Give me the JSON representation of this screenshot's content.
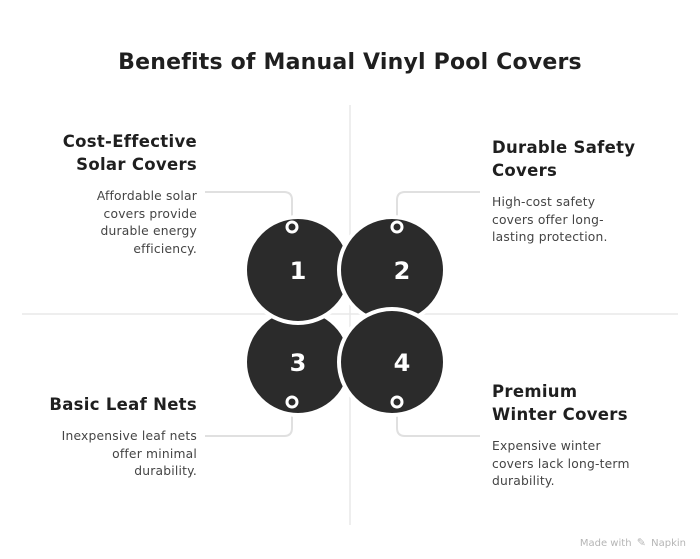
{
  "title": "Benefits of Manual Vinyl Pool Covers",
  "items": [
    {
      "number": "1",
      "heading": "Cost-Effective\nSolar Covers",
      "description": "Affordable solar\ncovers provide\ndurable energy\nefficiency."
    },
    {
      "number": "2",
      "heading": "Durable Safety\nCovers",
      "description": "High-cost safety\ncovers offer long-\nlasting protection."
    },
    {
      "number": "3",
      "heading": "Basic Leaf Nets",
      "description": "Inexpensive leaf nets\noffer minimal\ndurability."
    },
    {
      "number": "4",
      "heading": "Premium\nWinter Covers",
      "description": "Expensive winter\ncovers lack long-term\ndurability."
    }
  ],
  "footer": {
    "made_with": "Made with",
    "brand": "Napkin"
  },
  "colors": {
    "circle_fill": "#2b2b2b",
    "divider": "#e6e6e6",
    "connector": "#e2e2e2",
    "text": "#1f1f1f"
  }
}
